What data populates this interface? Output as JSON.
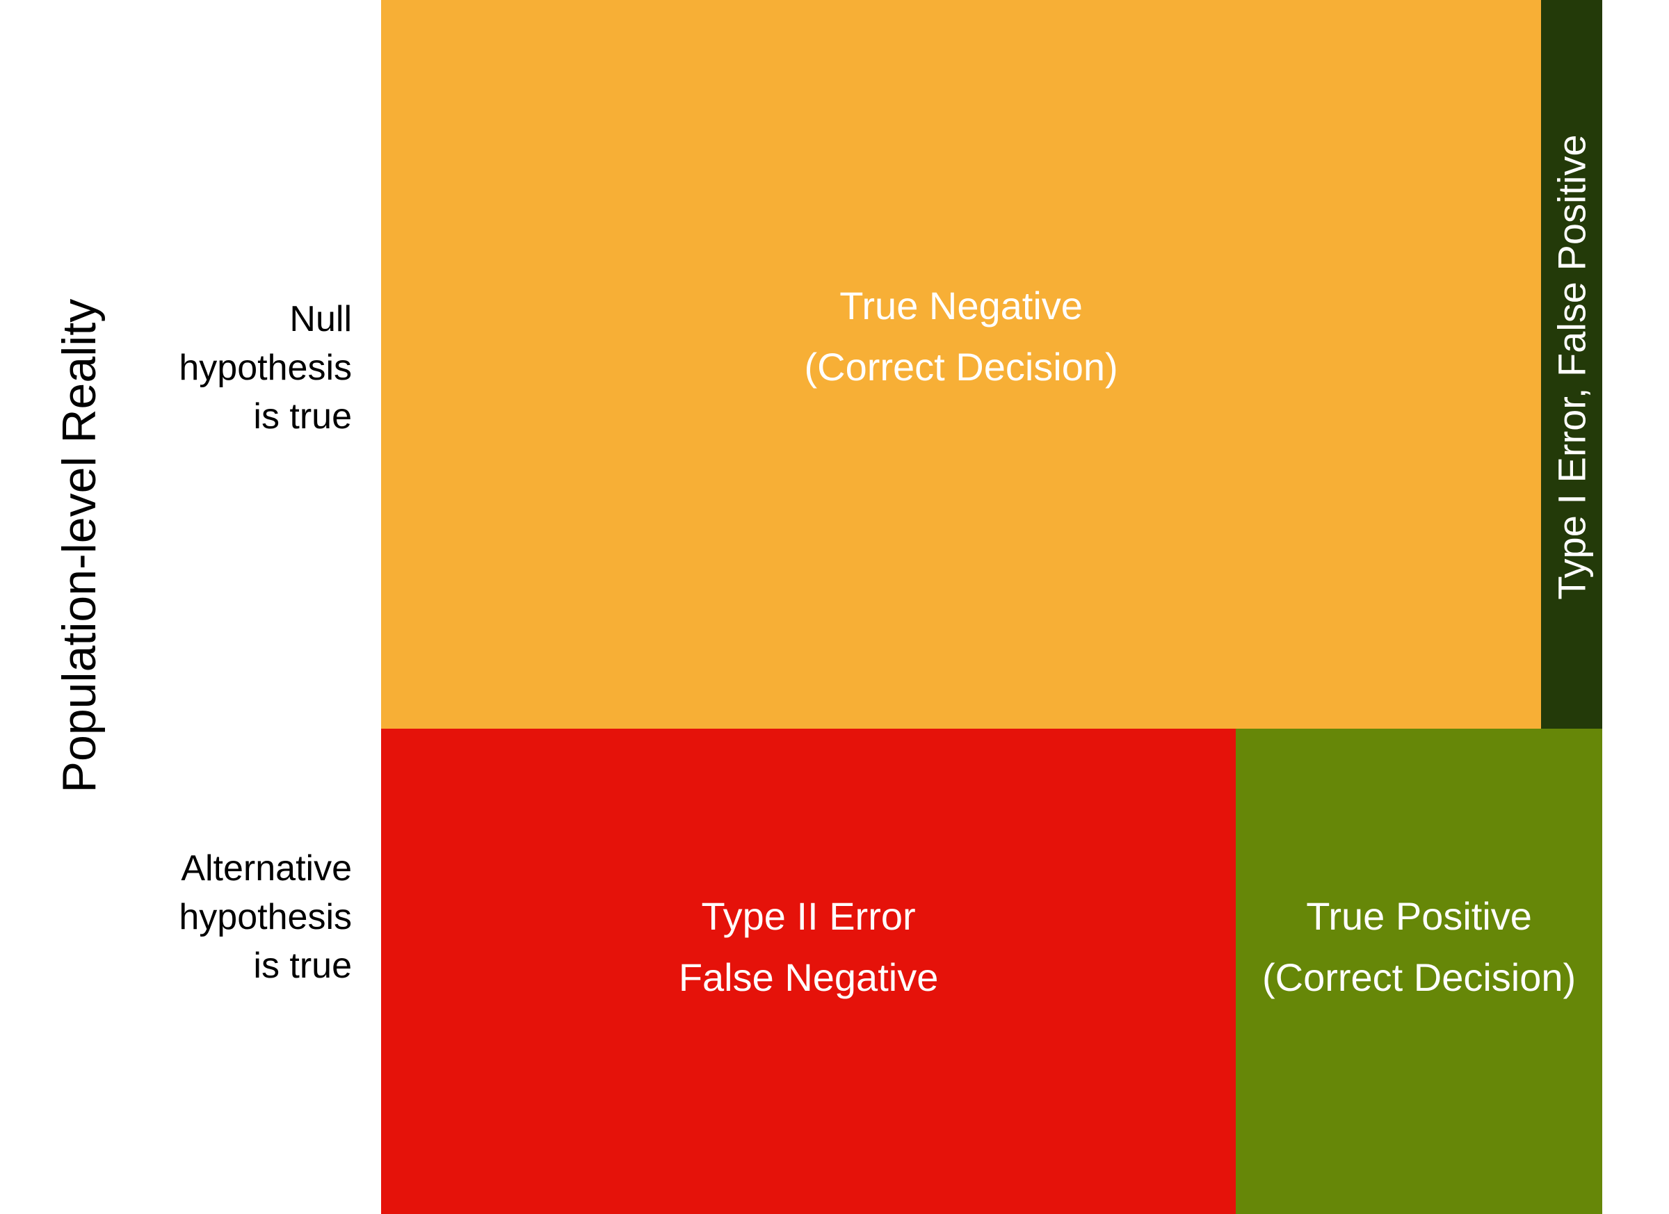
{
  "axis_title": "Population-level Reality",
  "rows": {
    "null": {
      "lines": [
        "Null",
        "hypothesis",
        "is true"
      ]
    },
    "alternative": {
      "lines": [
        "Alternative",
        "hypothesis",
        "is true"
      ]
    }
  },
  "cells": {
    "true_negative": {
      "lines": [
        "True Negative",
        "(Correct Decision)"
      ],
      "color": "#F7AF36"
    },
    "type_one_error": {
      "label": "Type I Error, False Positive",
      "color": "#233A09"
    },
    "type_two_error": {
      "lines": [
        "Type II Error",
        "False Negative"
      ],
      "color": "#E5120A"
    },
    "true_positive": {
      "lines": [
        "True Positive",
        "(Correct Decision)"
      ],
      "color": "#668708"
    }
  },
  "proportions": {
    "null_row_share": 0.6,
    "alternative_row_share": 0.4,
    "false_positive_rate": 0.05,
    "power": 0.3
  }
}
